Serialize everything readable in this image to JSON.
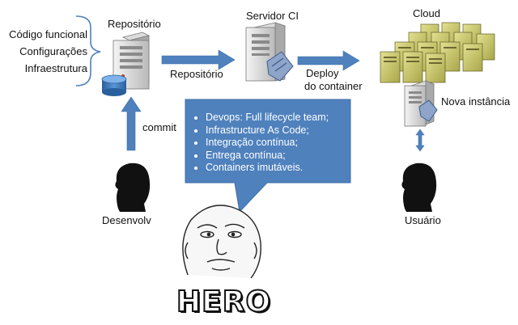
{
  "left_list": [
    "Código funcional",
    "Configurações",
    "Infraestrutura"
  ],
  "nodes": {
    "repository": "Repositório",
    "ci_server": "Servidor CI",
    "cloud": "Cloud",
    "new_instance": "Nova instância",
    "developer": "Desenvolv",
    "user": "Usuário"
  },
  "edges": {
    "repo_to_ci": "Repositório",
    "ci_to_cloud_line1": "Deploy",
    "ci_to_cloud_line2": "do container",
    "dev_to_repo": "commit"
  },
  "callout": {
    "items": [
      "Devops: Full lifecycle team;",
      "Infrastructure As Code;",
      "Integração contínua;",
      "Entrega contínua;",
      "Containers imutáveis."
    ]
  },
  "meme": {
    "caption": "HERO"
  },
  "colors": {
    "arrow": "#4f81bd",
    "callout": "#4f81bd",
    "server_box": "#c6c46b",
    "brace": "#4f81bd"
  }
}
